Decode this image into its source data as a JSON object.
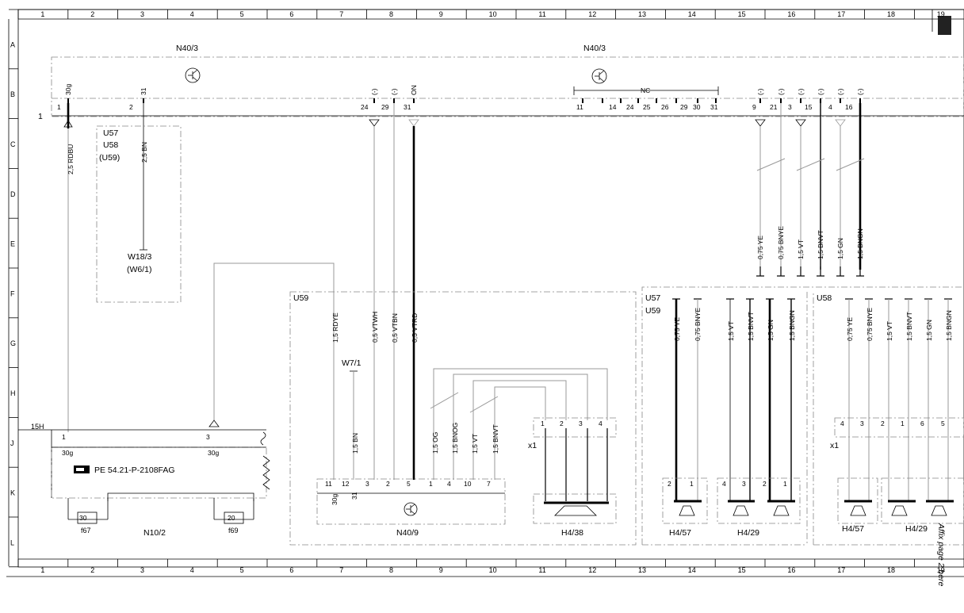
{
  "grid": {
    "columns": [
      "1",
      "2",
      "3",
      "4",
      "5",
      "6",
      "7",
      "8",
      "9",
      "10",
      "11",
      "12",
      "13",
      "14",
      "15",
      "16",
      "17",
      "18",
      "19"
    ],
    "rows": [
      "A",
      "B",
      "C",
      "D",
      "E",
      "F",
      "G",
      "H",
      "J",
      "K",
      "L"
    ]
  },
  "line_marker": "1",
  "components": {
    "n40_3_left": "N40/3",
    "n40_3_right": "N40/3",
    "u57": "U57",
    "u58": "U58",
    "u59_paren": "(U59)",
    "w18_3": "W18/3",
    "w6_1": "(W6/1)",
    "u59": "U59",
    "w7_1": "W7/1",
    "x1_a": "x1",
    "x1_b": "x1",
    "n40_9": "N40/9",
    "h4_38": "H4/38",
    "u57_b": "U57",
    "u59_b": "U59",
    "u58_b": "U58",
    "h4_57_a": "H4/57",
    "h4_29_a": "H4/29",
    "h4_57_b": "H4/57",
    "h4_29_b": "H4/29",
    "n10_2": "N10/2",
    "f67": "f67",
    "f69": "f69",
    "r15h": "15H",
    "ref": "PE 54.21-P-2108FAG",
    "affix": "Affix page 2 here",
    "nc": "NC"
  },
  "connector_pins_top_left": [
    "1",
    "2",
    "24",
    "29",
    "31"
  ],
  "connector_pins_top_mid": [
    "11",
    "14",
    "24",
    "25",
    "26",
    "29",
    "30",
    "31"
  ],
  "connector_pins_top_right": [
    "9",
    "21",
    "3",
    "15",
    "4",
    "16"
  ],
  "pin_labels_top": [
    "30g",
    "31",
    "(-)",
    "(-)",
    "ON",
    "(-)",
    "(-)",
    "(-)",
    "(-)",
    "(-)",
    "(-)"
  ],
  "wires_left": [
    "2,5 RDBU",
    "2,5 BN"
  ],
  "wires_right": [
    "0,75 YE",
    "0,75 BNYE",
    "1,5 VT",
    "1,5 BNVT",
    "1,5 GN",
    "1,5 BNGN"
  ],
  "wires_u59": [
    "1,5 RDYE",
    "0,5 VTWH",
    "0,5 VTBN",
    "0,5 VTRD"
  ],
  "wires_u59_lower": [
    "1,5 BN",
    "1,5 OG",
    "1,5 BNOG",
    "1,5 VT",
    "1,5 BNVT"
  ],
  "wires_u57": [
    "0,75 YE",
    "0,75 BNYE",
    "1,5 VT",
    "1,5 BNVT",
    "1,5 GN",
    "1,5 BNGN"
  ],
  "wires_u58": [
    "0,75 YE",
    "0,75 BNYE",
    "1,5 VT",
    "1,5 BNVT",
    "1,5 GN",
    "1,5 BNGN"
  ],
  "n40_9_pins": [
    "11",
    "12",
    "3",
    "2",
    "5",
    "1",
    "4",
    "10",
    "7"
  ],
  "n40_9_pin_sub": [
    "30g",
    "31"
  ],
  "x1_a_pins": [
    "1",
    "2",
    "3",
    "4"
  ],
  "x1_b_pins": [
    "4",
    "3",
    "2",
    "1",
    "6",
    "5"
  ],
  "h4_57_a_pins": [
    "2",
    "1"
  ],
  "h4_29_a_pins": [
    "4",
    "3",
    "2",
    "1"
  ],
  "n10_2_pins": [
    "1",
    "3"
  ],
  "n10_2_sub": [
    "30g",
    "30g"
  ],
  "fuses": [
    "30",
    "20"
  ]
}
